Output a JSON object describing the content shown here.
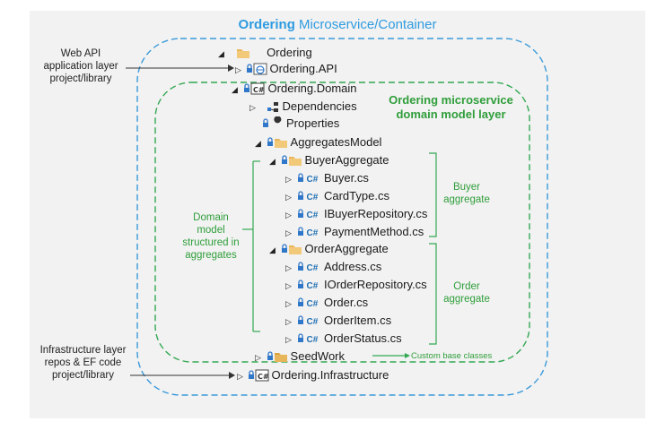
{
  "container_title": {
    "bold": "Ordering",
    "rest": " Microservice/Container"
  },
  "domain_layer_title": [
    "Ordering microservice",
    "domain model layer"
  ],
  "tree": {
    "ordering": "Ordering",
    "api": "Ordering.API",
    "domain": "Ordering.Domain",
    "dependencies": "Dependencies",
    "properties": "Properties",
    "aggregates_model": "AggregatesModel",
    "buyer_aggregate": "BuyerAggregate",
    "buyer_files": [
      "Buyer.cs",
      "CardType.cs",
      "IBuyerRepository.cs",
      "PaymentMethod.cs"
    ],
    "order_aggregate": "OrderAggregate",
    "order_files": [
      "Address.cs",
      "IOrderRepository.cs",
      "Order.cs",
      "OrderItem.cs",
      "OrderStatus.cs"
    ],
    "seedwork": "SeedWork",
    "infrastructure": "Ordering.Infrastructure"
  },
  "annotations": {
    "web_api": [
      "Web API",
      "application layer",
      "project/library"
    ],
    "infrastructure": [
      "Infrastructure layer",
      "repos & EF code",
      "project/library"
    ],
    "domain_model": [
      "Domain model",
      "structured in",
      "aggregates"
    ],
    "buyer": [
      "Buyer",
      "aggregate"
    ],
    "order": [
      "Order",
      "aggregate"
    ],
    "custom_base": "Custom base classes"
  },
  "colors": {
    "blue_dashed": "#3a9ad9",
    "green_dashed": "#33a853",
    "folder": "#e8b65a",
    "lock": "#2f77c9",
    "text": "#1a1a1a"
  },
  "icons": {
    "folder": "folder-icon",
    "lock": "lock-icon",
    "csharp": "csharp-file-icon",
    "project": "csharp-project-icon",
    "web": "web-project-icon",
    "dependencies": "dependencies-icon",
    "properties": "wrench-icon"
  }
}
